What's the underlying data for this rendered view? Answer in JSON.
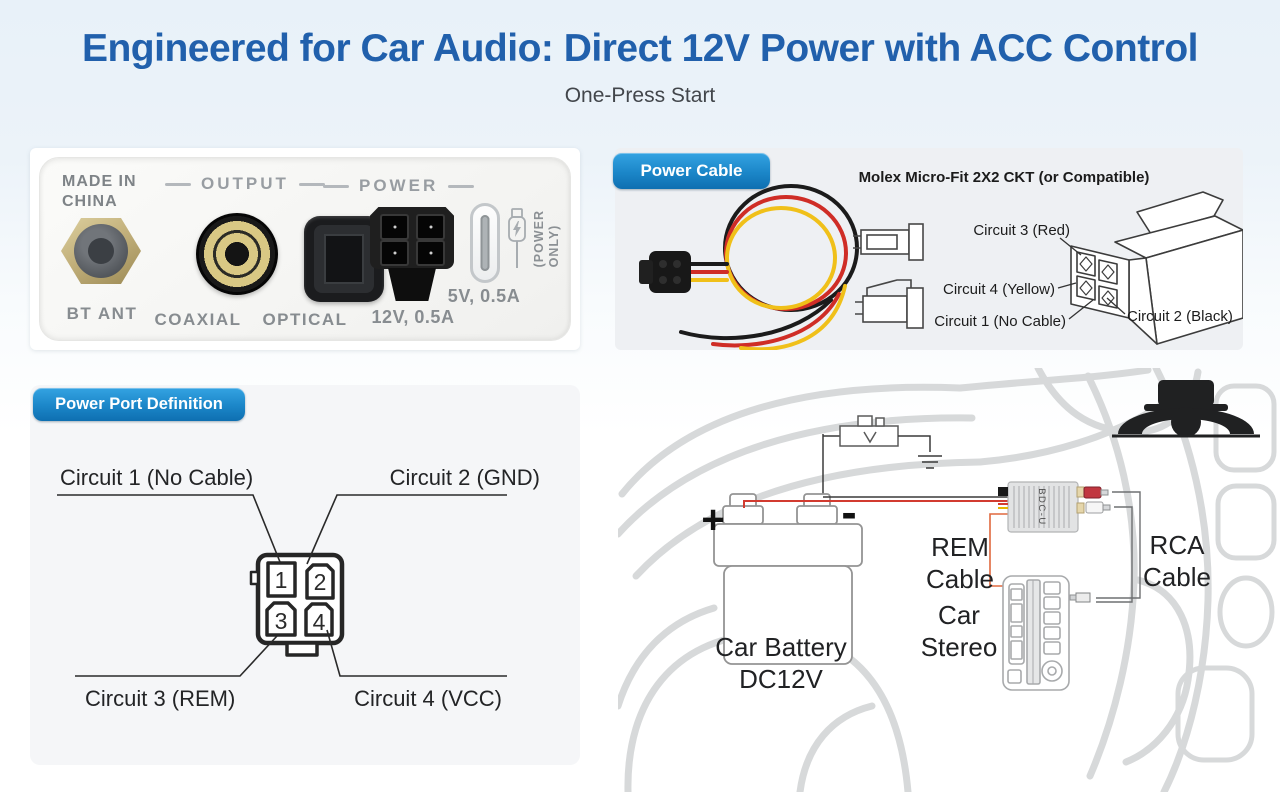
{
  "page": {
    "title": "Engineered for Car Audio: Direct 12V Power with ACC Control",
    "subtitle": "One-Press Start"
  },
  "rear_panel": {
    "made_in_line1": "MADE IN",
    "made_in_line2": "CHINA",
    "output_header": "OUTPUT",
    "power_header": "POWER",
    "bt_ant_label": "BT ANT",
    "coaxial_label": "COAXIAL",
    "optical_label": "OPTICAL",
    "dc_label": "12V, 0.5A",
    "usb_label": "5V, 0.5A",
    "usb_note_line1": "(POWER",
    "usb_note_line2": "ONLY)"
  },
  "power_cable_panel": {
    "badge": "Power Cable",
    "heading": "Molex Micro-Fit 2X2 CKT (or Compatible)",
    "circuit3": "Circuit 3 (Red)",
    "circuit4": "Circuit 4 (Yellow)",
    "circuit1": "Circuit 1 (No Cable)",
    "circuit2": "Circuit 2 (Black)"
  },
  "power_port_panel": {
    "badge": "Power Port Definition",
    "pin1_num": "1",
    "pin2_num": "2",
    "pin3_num": "3",
    "pin4_num": "4",
    "pin1_label": "Circuit 1 (No Cable)",
    "pin2_label": "Circuit 2 (GND)",
    "pin3_label": "Circuit 3 (REM)",
    "pin4_label": "Circuit 4 (VCC)"
  },
  "install_diagram": {
    "battery_plus": "+",
    "battery_minus": "-",
    "battery_line1": "Car Battery",
    "battery_line2": "DC12V",
    "rem_line1": "REM",
    "rem_line2": "Cable",
    "rca_line1": "RCA",
    "rca_line2": "Cable",
    "stereo_line1": "Car",
    "stereo_line2": "Stereo",
    "device_name": "BDC-U"
  },
  "colors": {
    "title_blue": "#2160ac",
    "badge_blue_top": "#34a3e2",
    "badge_blue_bottom": "#0e6fb1",
    "wire_red": "#d23b30",
    "wire_yellow": "#e6b400",
    "wire_black": "#3a3a3a",
    "rem_wire_orange": "#e0683e",
    "sketch_gray": "#d7d9da"
  }
}
